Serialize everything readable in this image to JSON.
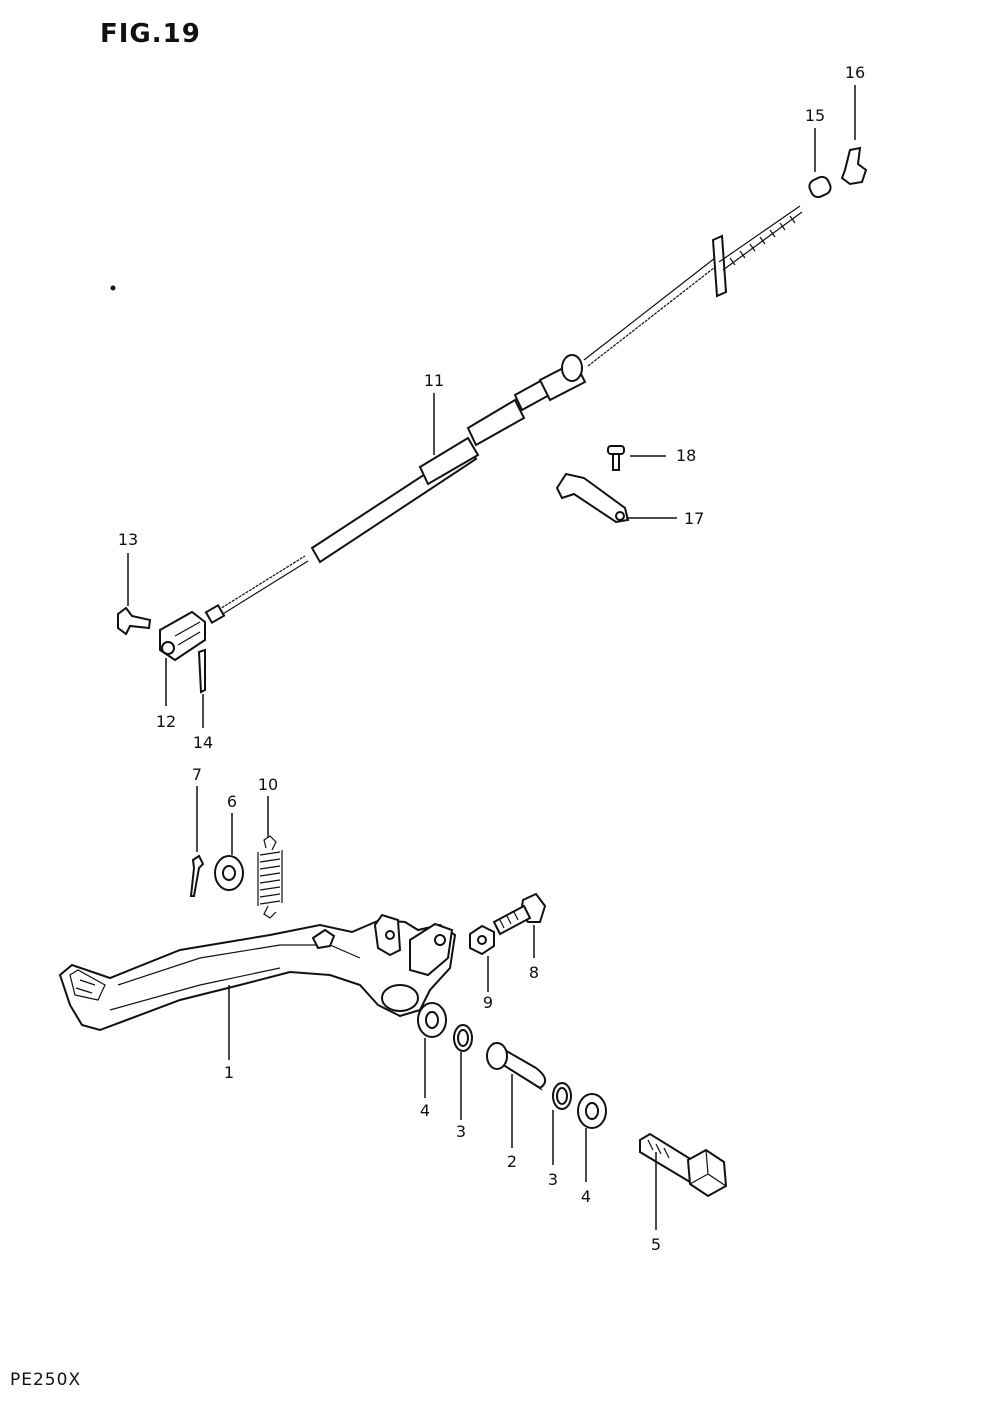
{
  "figure": {
    "title": "FIG.19",
    "model": "PE250X"
  },
  "callouts": [
    {
      "id": "c1",
      "number": "1"
    },
    {
      "id": "c2",
      "number": "2"
    },
    {
      "id": "c3a",
      "number": "3"
    },
    {
      "id": "c3b",
      "number": "3"
    },
    {
      "id": "c4a",
      "number": "4"
    },
    {
      "id": "c4b",
      "number": "4"
    },
    {
      "id": "c5",
      "number": "5"
    },
    {
      "id": "c6",
      "number": "6"
    },
    {
      "id": "c7",
      "number": "7"
    },
    {
      "id": "c8",
      "number": "8"
    },
    {
      "id": "c9",
      "number": "9"
    },
    {
      "id": "c10",
      "number": "10"
    },
    {
      "id": "c11",
      "number": "11"
    },
    {
      "id": "c12",
      "number": "12"
    },
    {
      "id": "c13",
      "number": "13"
    },
    {
      "id": "c14",
      "number": "14"
    },
    {
      "id": "c15",
      "number": "15"
    },
    {
      "id": "c16",
      "number": "16"
    },
    {
      "id": "c17",
      "number": "17"
    },
    {
      "id": "c18",
      "number": "18"
    }
  ]
}
